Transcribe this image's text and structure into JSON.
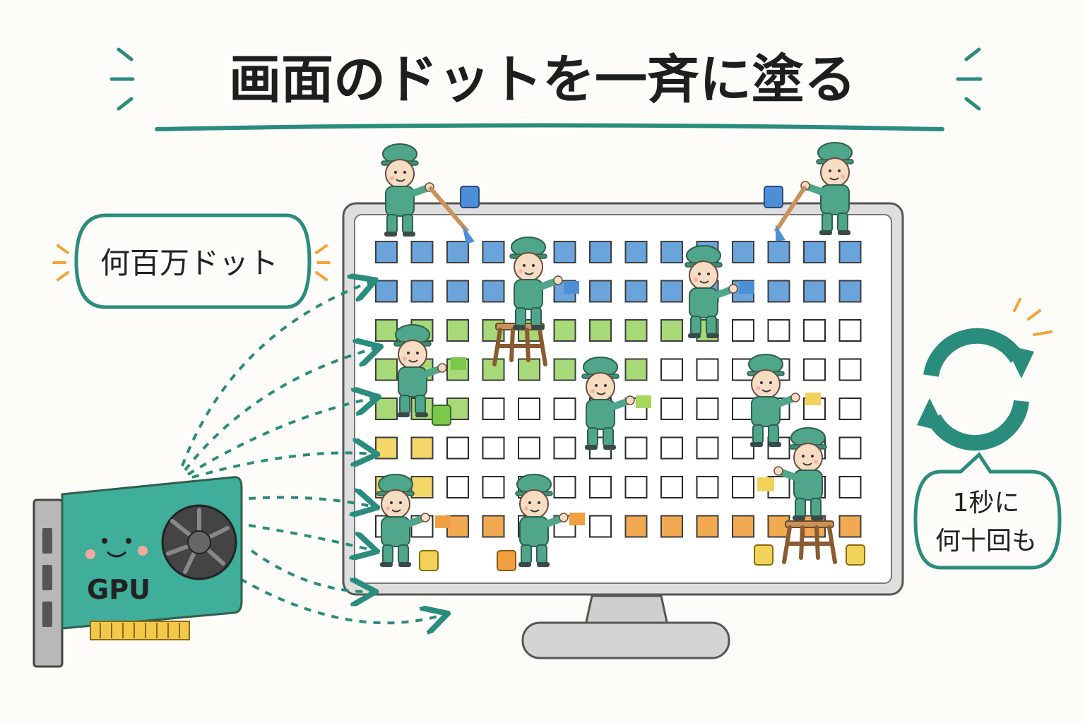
{
  "title": "画面のドットを一斉に塗る",
  "bubble_left": "何百万ドット",
  "bubble_right_line1": "1秒に",
  "bubble_right_line2": "何十回も",
  "gpu_label": "GPU",
  "colors": {
    "accent": "#2a8c7c",
    "worker": "#4fa68a",
    "blue": "#5b9bd8",
    "green": "#9fd56a",
    "yellow": "#f2d35a",
    "orange": "#f0a040",
    "monitor": "#9a9a9a",
    "burst": "#f2a33a"
  },
  "grid": {
    "rows": 8,
    "cols": 14,
    "row_colors": [
      "blue",
      "blue",
      "green",
      "green",
      "green",
      "yellow",
      "yellow",
      "orange"
    ]
  },
  "icons": [
    "gpu-card-icon",
    "fan-icon",
    "refresh-cycle-icon",
    "worker-icon",
    "paint-bucket-icon",
    "stool-icon"
  ]
}
